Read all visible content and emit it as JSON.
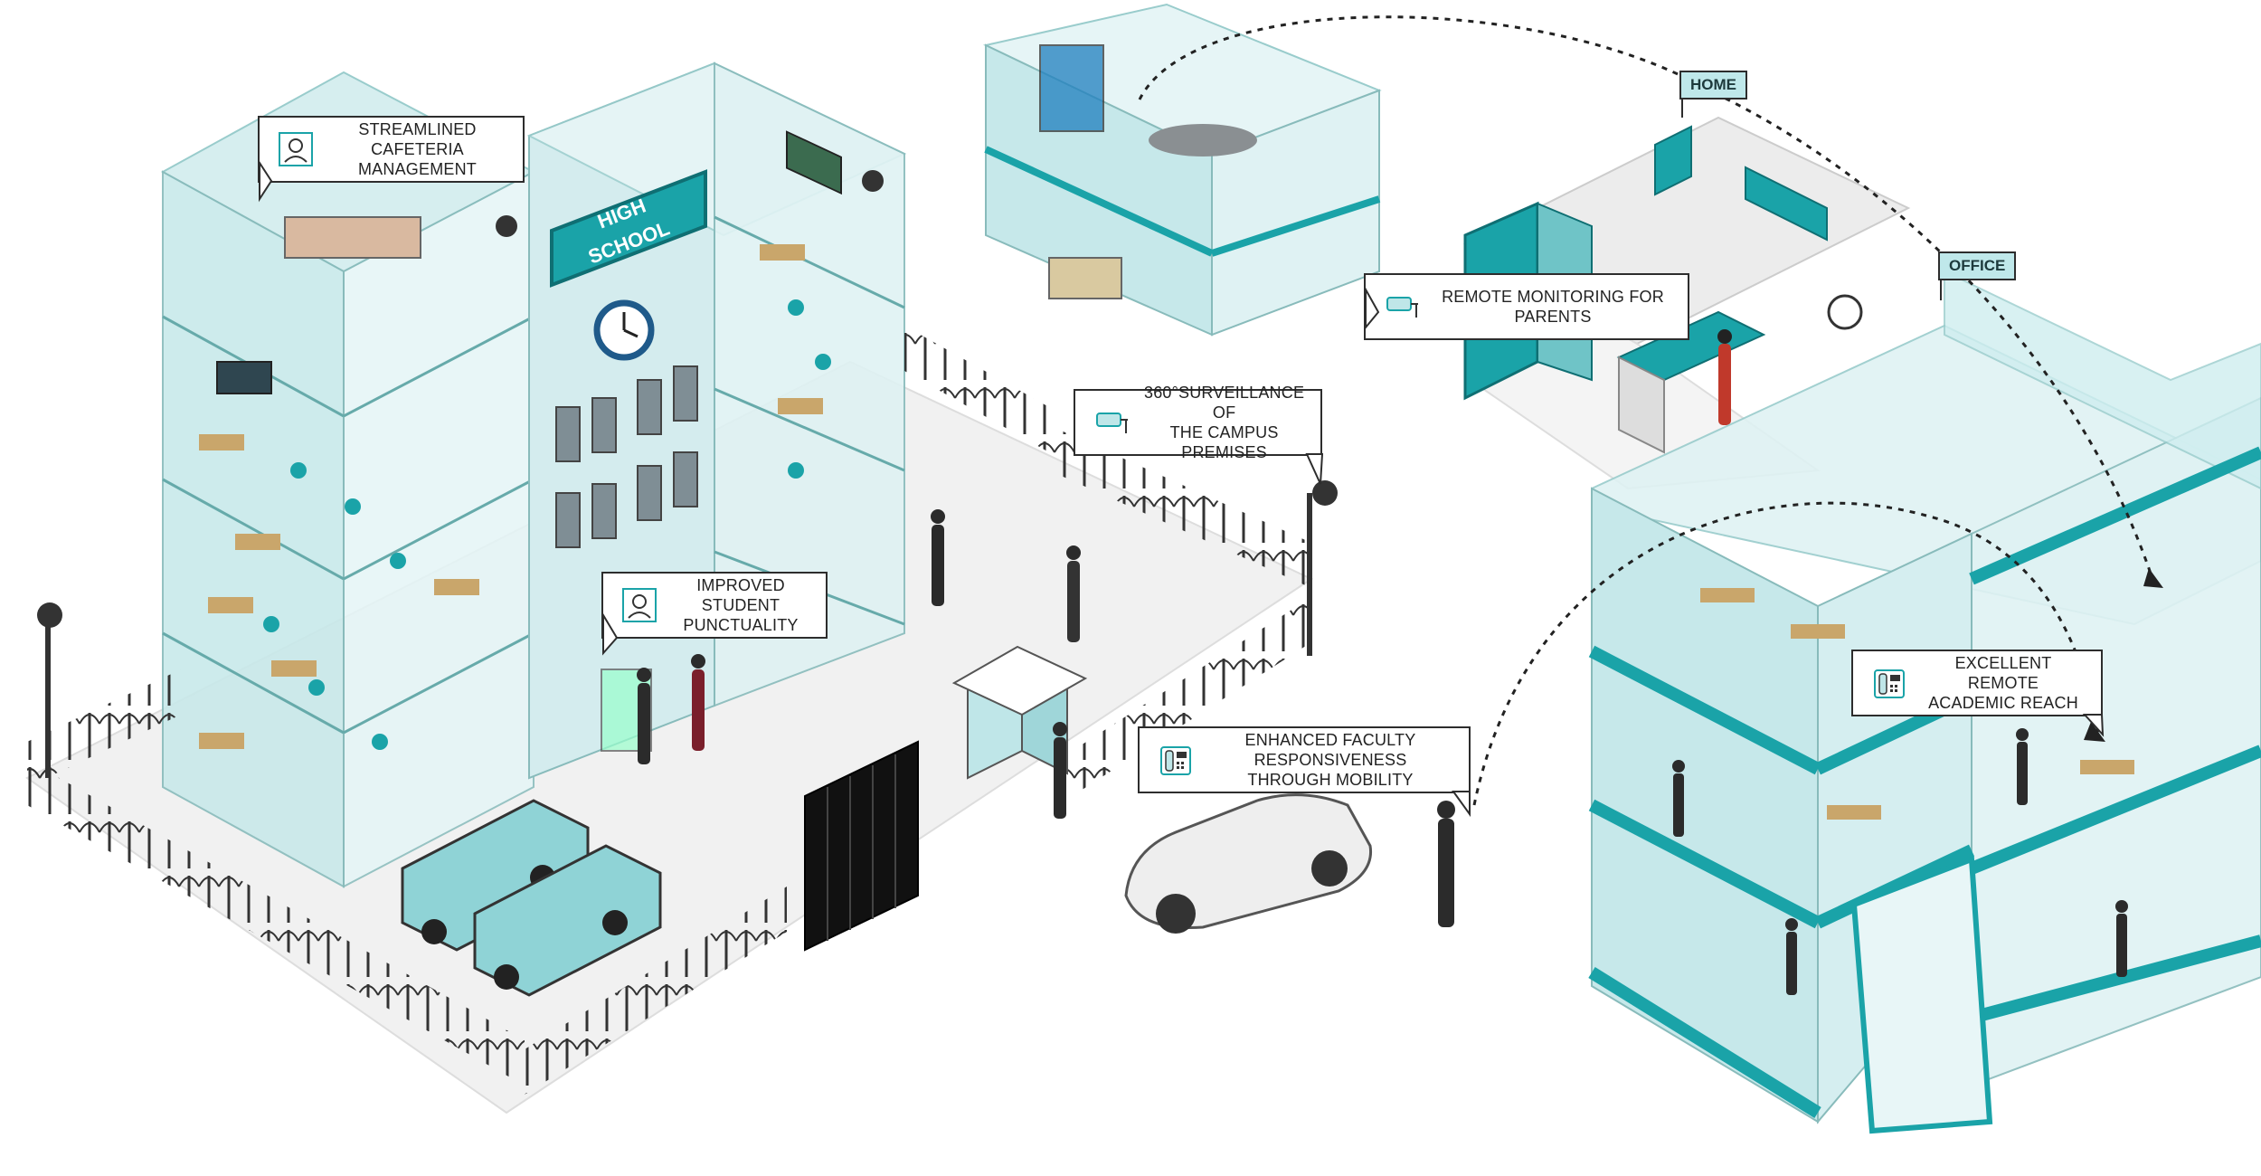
{
  "callouts": {
    "cafeteria": [
      "STREAMLINED CAFETERIA",
      "MANAGEMENT"
    ],
    "punctuality": [
      "IMPROVED STUDENT",
      "PUNCTUALITY"
    ],
    "surveillance": [
      "360°SURVEILLANCE OF",
      "THE CAMPUS PREMISES"
    ],
    "parents": [
      "REMOTE MONITORING FOR PARENTS"
    ],
    "faculty": [
      "ENHANCED FACULTY RESPONSIVENESS",
      "THROUGH MOBILITY"
    ],
    "academic": [
      "EXCELLENT REMOTE",
      "ACADEMIC REACH"
    ]
  },
  "school_sign": [
    "HIGH",
    "SCHOOL"
  ],
  "location_tags": {
    "home": "HOME",
    "office": "OFFICE"
  },
  "icons": {
    "cafeteria": "face-recognition-icon",
    "punctuality": "face-recognition-icon",
    "surveillance": "security-camera-icon",
    "parents": "security-camera-icon",
    "faculty": "ip-phone-icon",
    "academic": "ip-phone-icon"
  },
  "colors": {
    "teal": "#1aa3a8",
    "teal_dark": "#0f7f84",
    "glass": "#bfe6e8",
    "glass_light": "#dff3f4",
    "floor": "#f2f2f2",
    "ink": "#2d2d2d",
    "bus": "#8fd3d6"
  }
}
